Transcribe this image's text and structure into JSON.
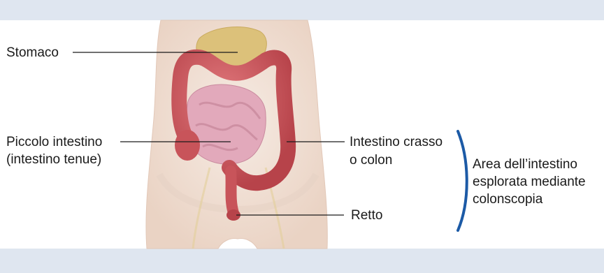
{
  "labels": {
    "stomach": "Stomaco",
    "small_intestine_line1": "Piccolo intestino",
    "small_intestine_line2": "(intestino tenue)",
    "large_intestine_line1": "Intestino crasso",
    "large_intestine_line2": "o colon",
    "rectum": "Retto",
    "area_line1": "Area dell’intestino",
    "area_line2": "esplorata mediante",
    "area_line3": "colonscopia"
  },
  "colors": {
    "band": "#dfe6f0",
    "skin": "#f1dfd3",
    "stomach": "#dcc17a",
    "small_intestine": "#e2a9bb",
    "colon": "#c8545a",
    "bracket": "#1c5aa6"
  }
}
